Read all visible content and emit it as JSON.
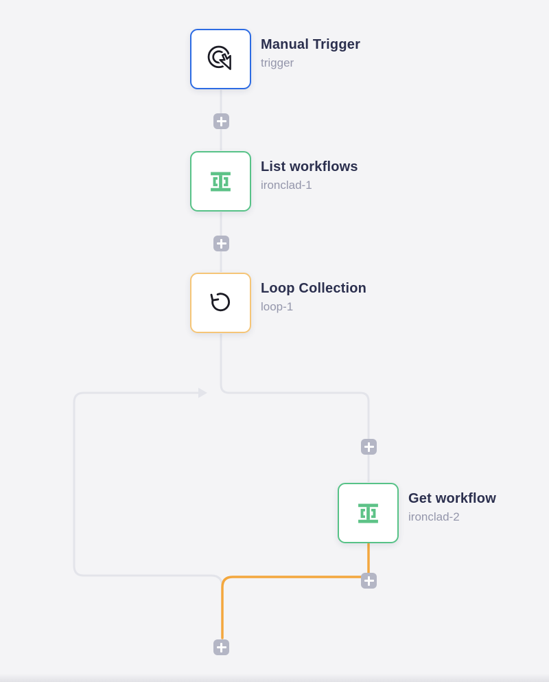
{
  "colors": {
    "background": "#f4f4f6",
    "node_bg": "#ffffff",
    "title_text": "#2b2f4e",
    "subtitle_text": "#9496ab",
    "connector_gray": "#e3e4ea",
    "connector_orange": "#f3a73e",
    "plus_button_bg": "#b4b6c5",
    "trigger_border": "#2c6be3",
    "ironclad_border": "#57c287",
    "ironclad_icon": "#5dc287",
    "loop_border": "#f5c577",
    "icon_stroke": "#1b1b24"
  },
  "nodes": [
    {
      "title": "Manual Trigger",
      "subtitle": "trigger",
      "icon": "manual-trigger-icon"
    },
    {
      "title": "List workflows",
      "subtitle": "ironclad-1",
      "icon": "ironclad-icon"
    },
    {
      "title": "Loop Collection",
      "subtitle": "loop-1",
      "icon": "loop-icon"
    },
    {
      "title": "Get workflow",
      "subtitle": "ironclad-2",
      "icon": "ironclad-icon"
    }
  ],
  "edges": [
    {
      "from": "Manual Trigger",
      "to": "List workflows",
      "style": "gray"
    },
    {
      "from": "List workflows",
      "to": "Loop Collection",
      "style": "gray"
    },
    {
      "from": "Loop Collection",
      "to": "Get workflow",
      "style": "gray",
      "branch": "loop-body"
    },
    {
      "from": "Get workflow",
      "to": "loop-exit",
      "style": "orange"
    },
    {
      "from": "loop-body-end",
      "to": "Loop Collection",
      "style": "gray",
      "arrow": true,
      "branch": "loop-return"
    }
  ],
  "add_step_buttons": [
    {
      "between": "Manual Trigger and List workflows"
    },
    {
      "between": "List workflows and Loop Collection"
    },
    {
      "between": "Loop Collection and Get workflow"
    },
    {
      "after": "Get workflow"
    },
    {
      "after": "loop exit"
    }
  ]
}
